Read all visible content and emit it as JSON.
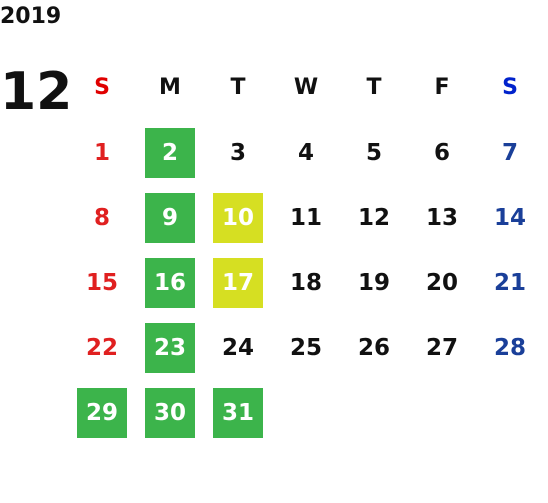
{
  "calendar": {
    "year": "2019",
    "month": "12",
    "weekdays": [
      "S",
      "M",
      "T",
      "W",
      "T",
      "F",
      "S"
    ],
    "colors": {
      "sunday": "#e02020",
      "saturday": "#1a3f99",
      "highlight_green": "#3cb44b",
      "highlight_yellow": "#d6df22"
    },
    "weeks": [
      [
        {
          "d": "1",
          "h": ""
        },
        {
          "d": "2",
          "h": "green"
        },
        {
          "d": "3",
          "h": ""
        },
        {
          "d": "4",
          "h": ""
        },
        {
          "d": "5",
          "h": ""
        },
        {
          "d": "6",
          "h": ""
        },
        {
          "d": "7",
          "h": ""
        }
      ],
      [
        {
          "d": "8",
          "h": ""
        },
        {
          "d": "9",
          "h": "green"
        },
        {
          "d": "10",
          "h": "yellow"
        },
        {
          "d": "11",
          "h": ""
        },
        {
          "d": "12",
          "h": ""
        },
        {
          "d": "13",
          "h": ""
        },
        {
          "d": "14",
          "h": ""
        }
      ],
      [
        {
          "d": "15",
          "h": ""
        },
        {
          "d": "16",
          "h": "green"
        },
        {
          "d": "17",
          "h": "yellow"
        },
        {
          "d": "18",
          "h": ""
        },
        {
          "d": "19",
          "h": ""
        },
        {
          "d": "20",
          "h": ""
        },
        {
          "d": "21",
          "h": ""
        }
      ],
      [
        {
          "d": "22",
          "h": ""
        },
        {
          "d": "23",
          "h": "green"
        },
        {
          "d": "24",
          "h": ""
        },
        {
          "d": "25",
          "h": ""
        },
        {
          "d": "26",
          "h": ""
        },
        {
          "d": "27",
          "h": ""
        },
        {
          "d": "28",
          "h": ""
        }
      ],
      [
        {
          "d": "29",
          "h": "green"
        },
        {
          "d": "30",
          "h": "green"
        },
        {
          "d": "31",
          "h": "green"
        },
        {
          "d": "",
          "h": ""
        },
        {
          "d": "",
          "h": ""
        },
        {
          "d": "",
          "h": ""
        },
        {
          "d": "",
          "h": ""
        }
      ]
    ]
  }
}
